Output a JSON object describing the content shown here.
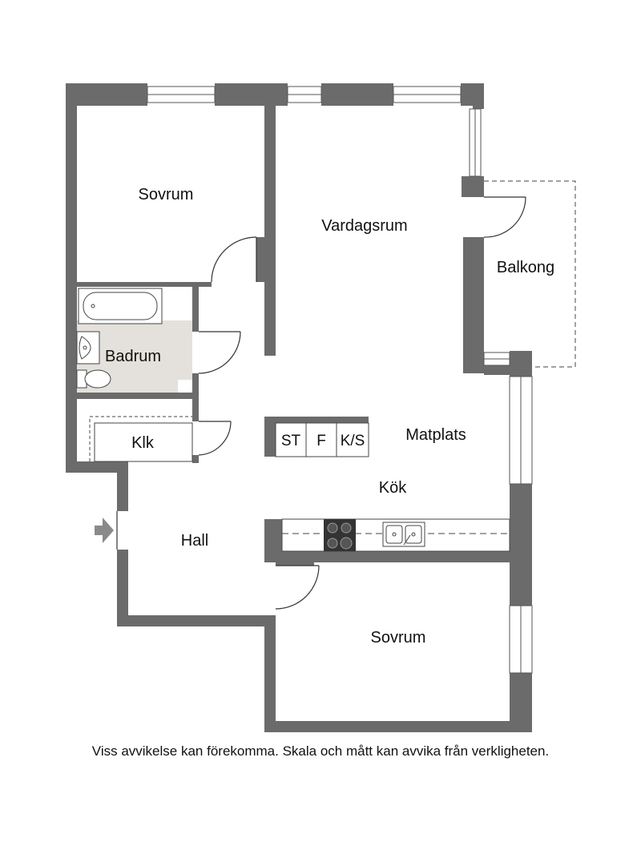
{
  "rooms": {
    "sovrum_top": "Sovrum",
    "vardagsrum": "Vardagsrum",
    "balkong": "Balkong",
    "badrum": "Badrum",
    "klk": "Klk",
    "matplats": "Matplats",
    "kok": "Kök",
    "hall": "Hall",
    "sovrum_bottom": "Sovrum"
  },
  "appliances": {
    "st": "ST",
    "f": "F",
    "ks": "K/S"
  },
  "disclaimer": "Viss avvikelse kan förekomma. Skala och mått kan avvika från verkligheten.",
  "colors": {
    "wall": "#6b6b6b",
    "bathroom_floor": "#e4e1dc",
    "line": "#333333"
  }
}
